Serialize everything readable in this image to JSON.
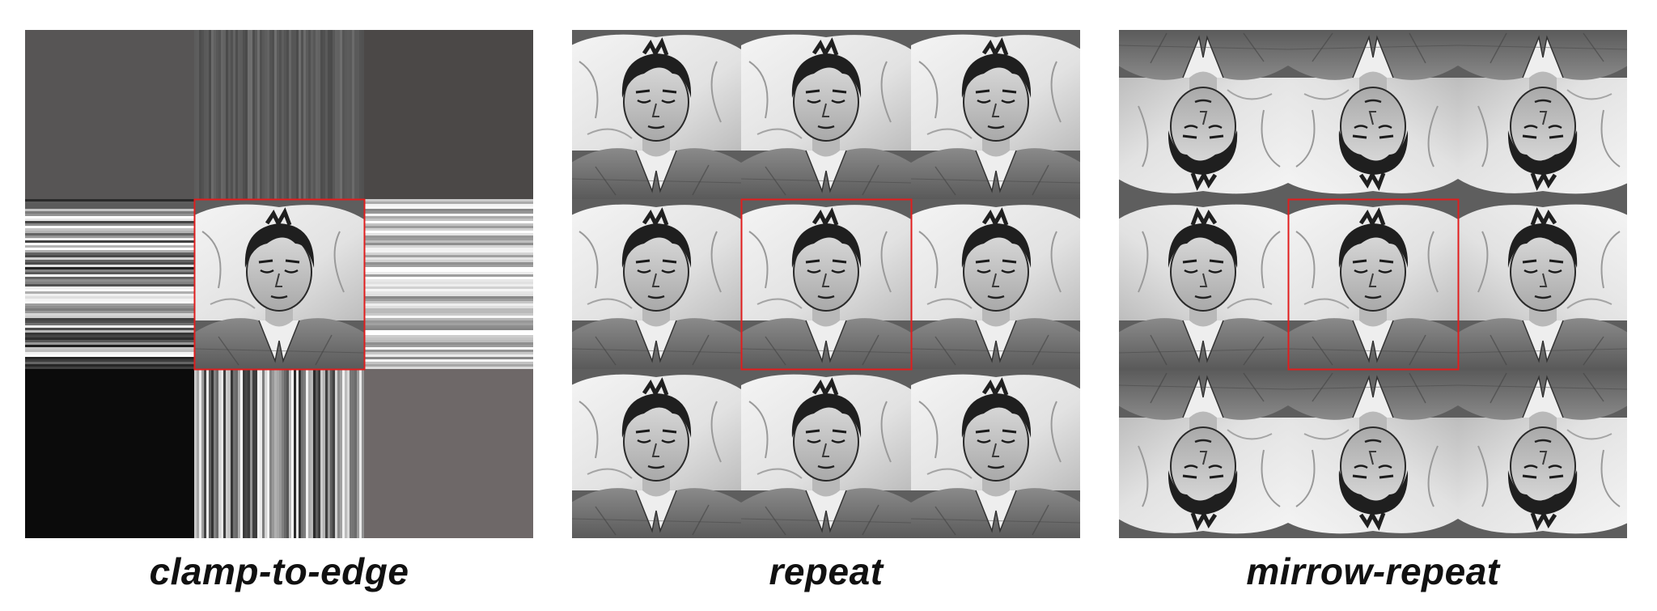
{
  "panels": [
    {
      "id": "clamp",
      "caption": "clamp-to-edge",
      "mode": "clamp-to-edge"
    },
    {
      "id": "repeat",
      "caption": "repeat",
      "mode": "repeat"
    },
    {
      "id": "mirror",
      "caption": "mirrow-repeat",
      "mode": "mirror-repeat"
    }
  ],
  "colors": {
    "highlight_frame": "#e11d1d",
    "clamp_top": "#575555",
    "clamp_top_right": "#4b4847",
    "clamp_bottom_left": "#0b0b0b",
    "clamp_bottom_right": "#6e6868"
  }
}
